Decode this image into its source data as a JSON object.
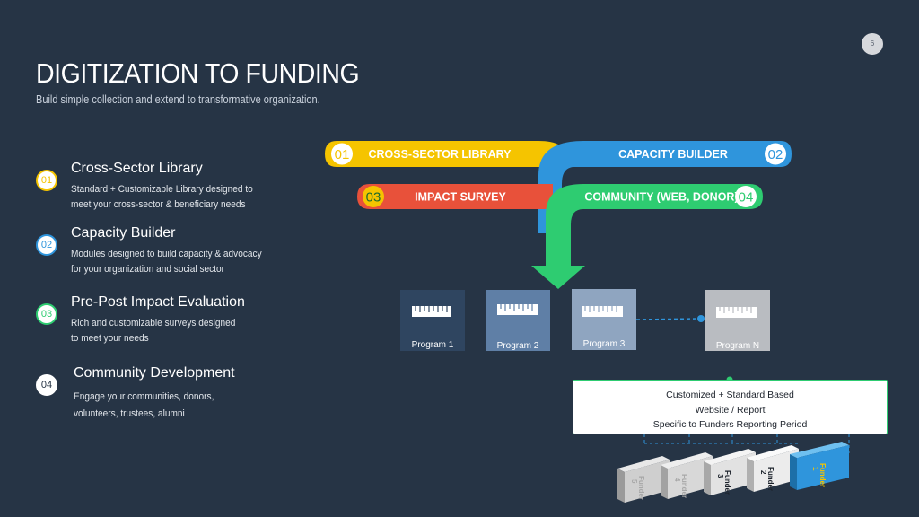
{
  "page_number": "6",
  "title": "DIGITIZATION TO FUNDING",
  "subtitle": "Build simple collection and extend to transformative organization.",
  "features": [
    {
      "num": "01",
      "title": "Cross-Sector Library",
      "desc_line1": "Standard + Customizable Library designed to",
      "desc_line2": "meet your cross-sector & beneficiary needs",
      "color": "#f5c400"
    },
    {
      "num": "02",
      "title": "Capacity Builder",
      "desc_line1": "Modules designed to build capacity & advocacy",
      "desc_line2": "for your organization and social sector",
      "color": "#2f95dc"
    },
    {
      "num": "03",
      "title": "Pre-Post Impact Evaluation",
      "desc_line1": "Rich and customizable surveys designed",
      "desc_line2": "to meet your needs",
      "color": "#2ecc71"
    },
    {
      "num": "04",
      "title": "Community Development",
      "desc_line1": "Engage your communities, donors,",
      "desc_line2": "volunteers, trustees, alumni",
      "color": "#263445"
    }
  ],
  "bands": [
    {
      "num": "01",
      "label": "CROSS-SECTOR LIBRARY",
      "color": "#f5c400"
    },
    {
      "num": "02",
      "label": "CAPACITY BUILDER",
      "color": "#2f95dc"
    },
    {
      "num": "03",
      "label": "IMPACT SURVEY",
      "color": "#e8513a"
    },
    {
      "num": "04",
      "label": "COMMUNITY (WEB, DONOR)",
      "color": "#2ecc71"
    }
  ],
  "programs": [
    {
      "label": "Program 1",
      "color": "#2f4560"
    },
    {
      "label": "Program 2",
      "color": "#5f7fa6"
    },
    {
      "label": "Program 3",
      "color": "#8fa5c0"
    },
    {
      "label": "Program N",
      "color": "#b9bcc1"
    }
  ],
  "funders_box": {
    "line1": "Customized + Standard Based",
    "line2": "Website / Report",
    "line3": "Specific to Funders Reporting Period"
  },
  "funders": [
    {
      "label": "Funder",
      "num": "5"
    },
    {
      "label": "Funder",
      "num": "4"
    },
    {
      "label": "Funder",
      "num": "3"
    },
    {
      "label": "Funder",
      "num": "2"
    },
    {
      "label": "Funder",
      "num": "1"
    }
  ]
}
